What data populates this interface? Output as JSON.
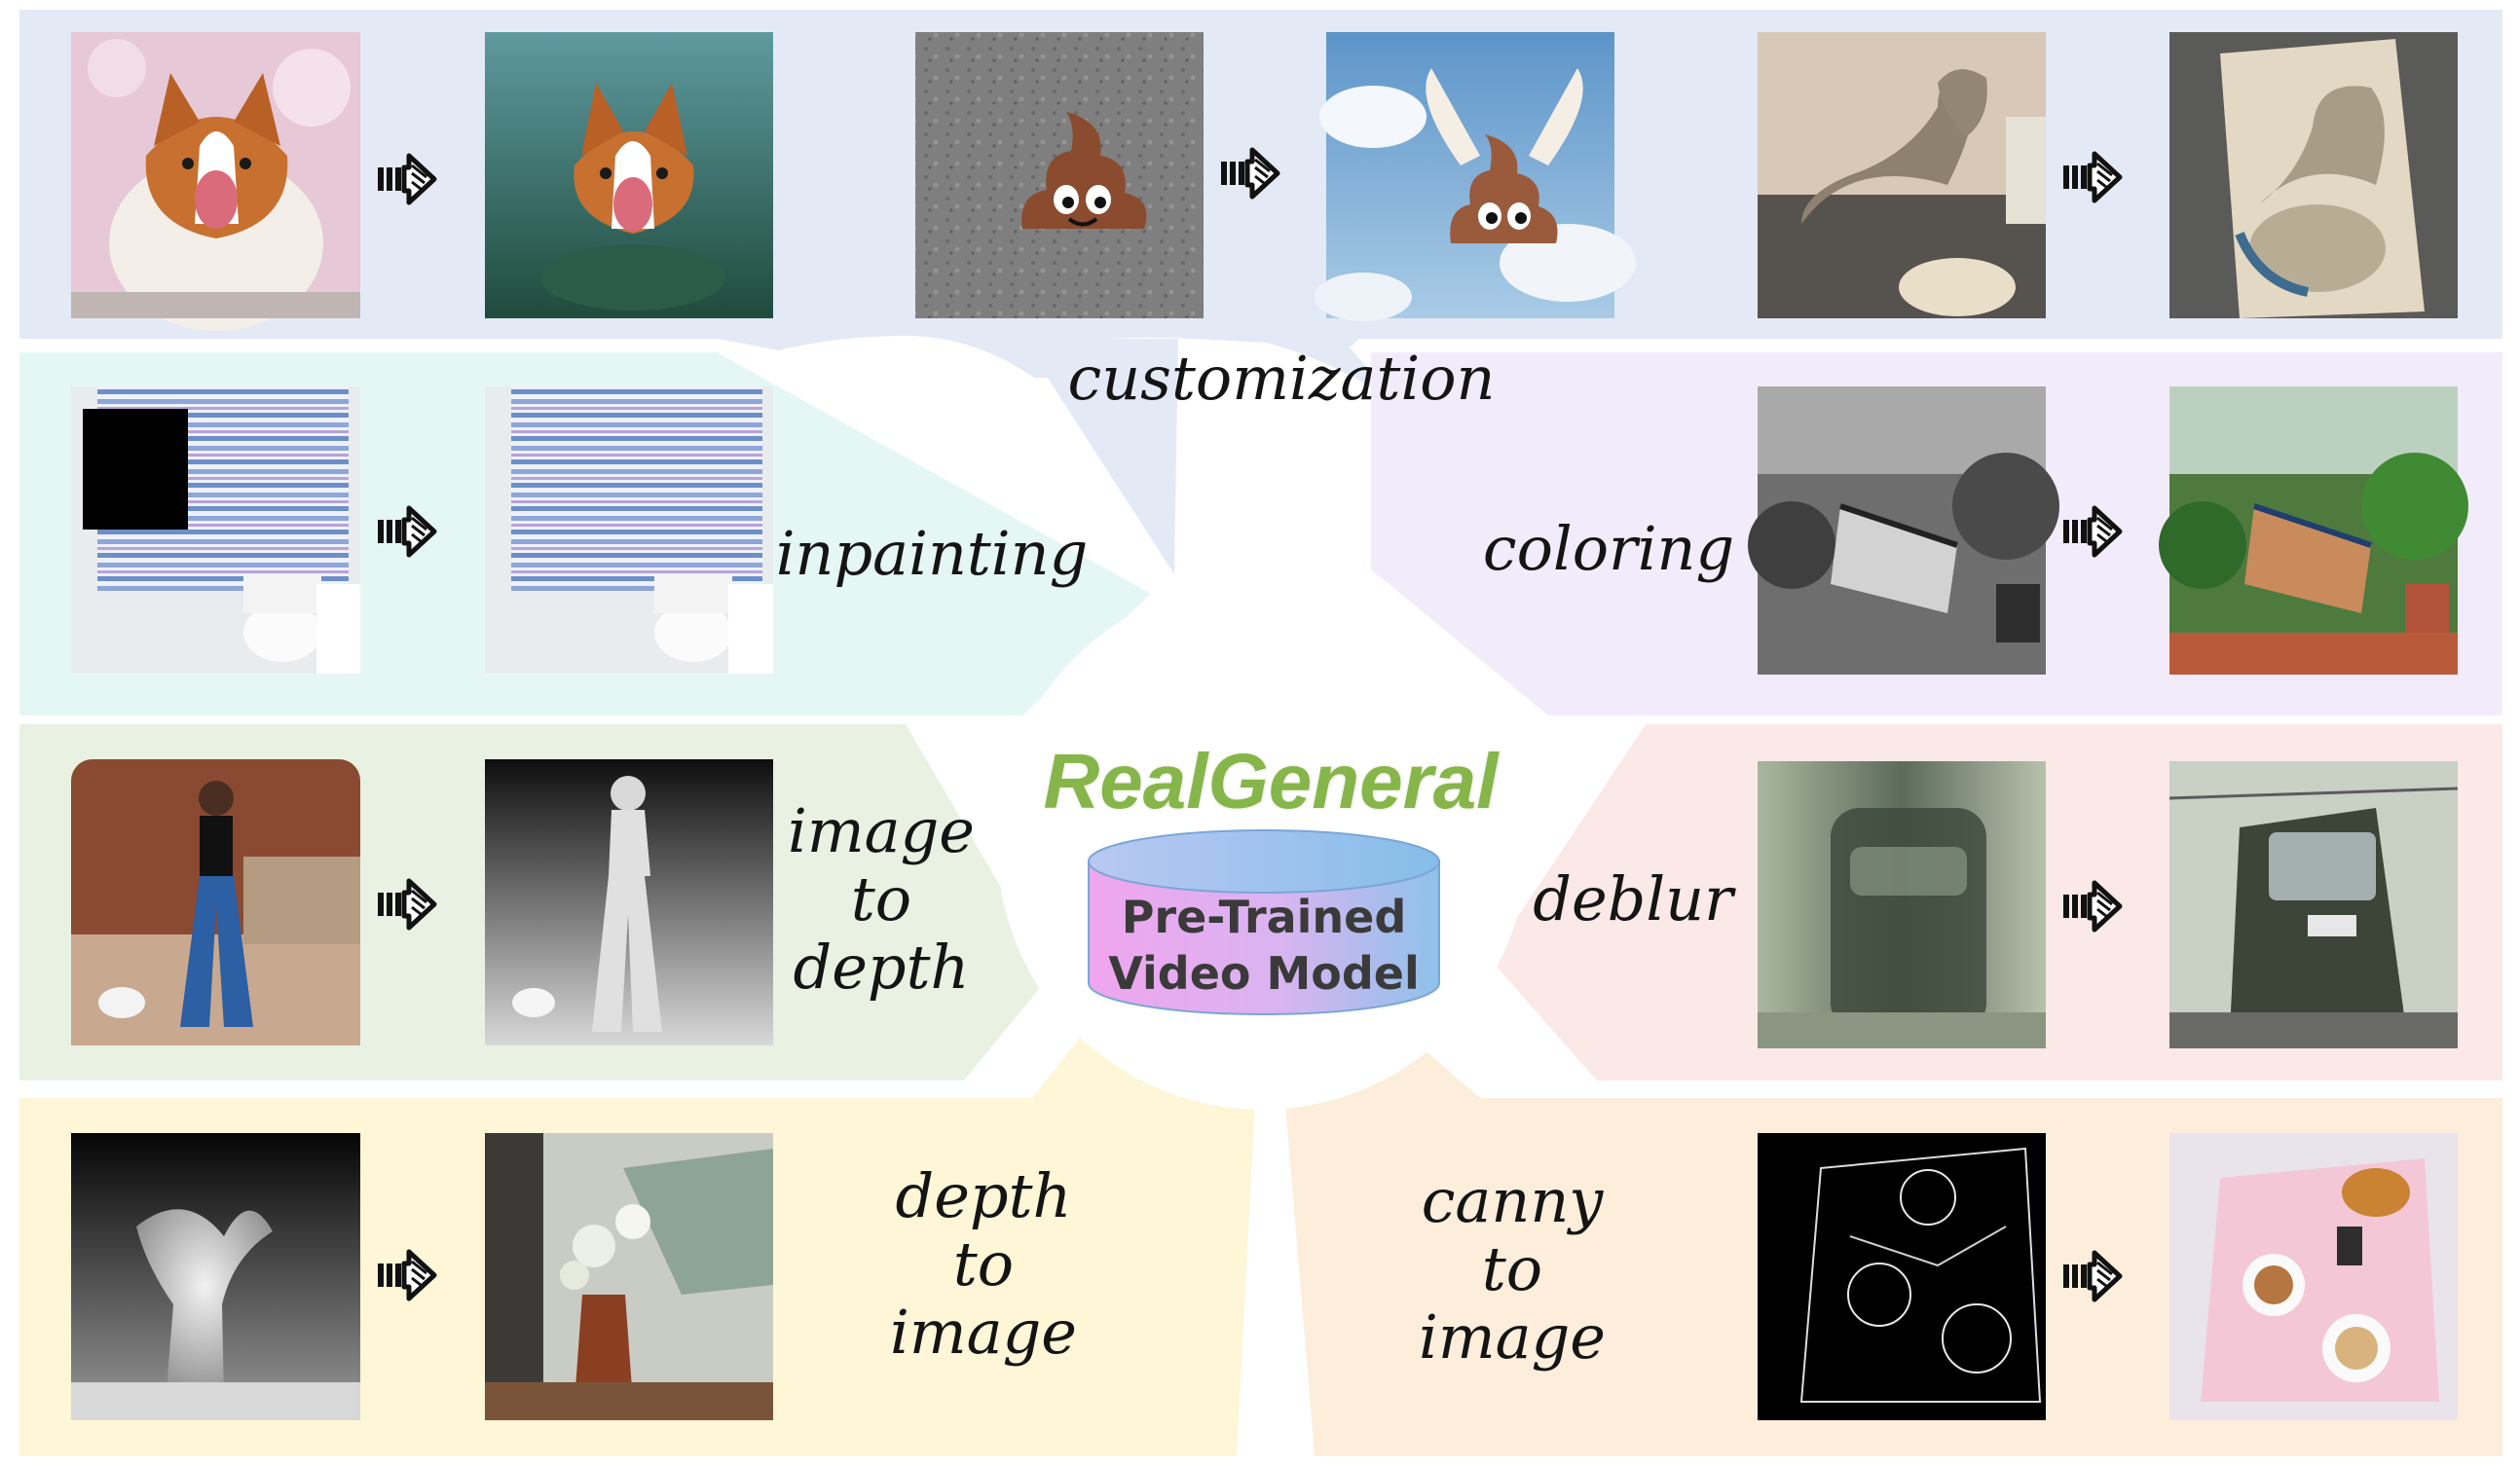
{
  "center": {
    "title": "RealGeneral",
    "model_line1": "Pre-Trained",
    "model_line2": "Video Model"
  },
  "tasks": {
    "customization": "customization",
    "inpainting": "inpainting",
    "coloring": "coloring",
    "image_to_depth": [
      "image",
      "to",
      "depth"
    ],
    "deblur": "deblur",
    "depth_to_image": [
      "depth",
      "to",
      "image"
    ],
    "canny_to_image": [
      "canny",
      "to",
      "image"
    ]
  },
  "colors": {
    "customization": "#e4e9f6",
    "inpainting": "#e5f7f4",
    "coloring": "#f2ecfa",
    "image_to_depth": "#e9f2e2",
    "deblur": "#fbe9e7",
    "depth_to_image": "#fdf6d7",
    "canny_to_image": "#fdeedc",
    "brand": "#86b54a",
    "cylinder_top": "#9cc6ef",
    "cylinder_side_from": "#f2a7f0",
    "cylinder_side_to": "#8fc4ea"
  },
  "icons": {
    "arrow": "transform-arrow-icon"
  }
}
